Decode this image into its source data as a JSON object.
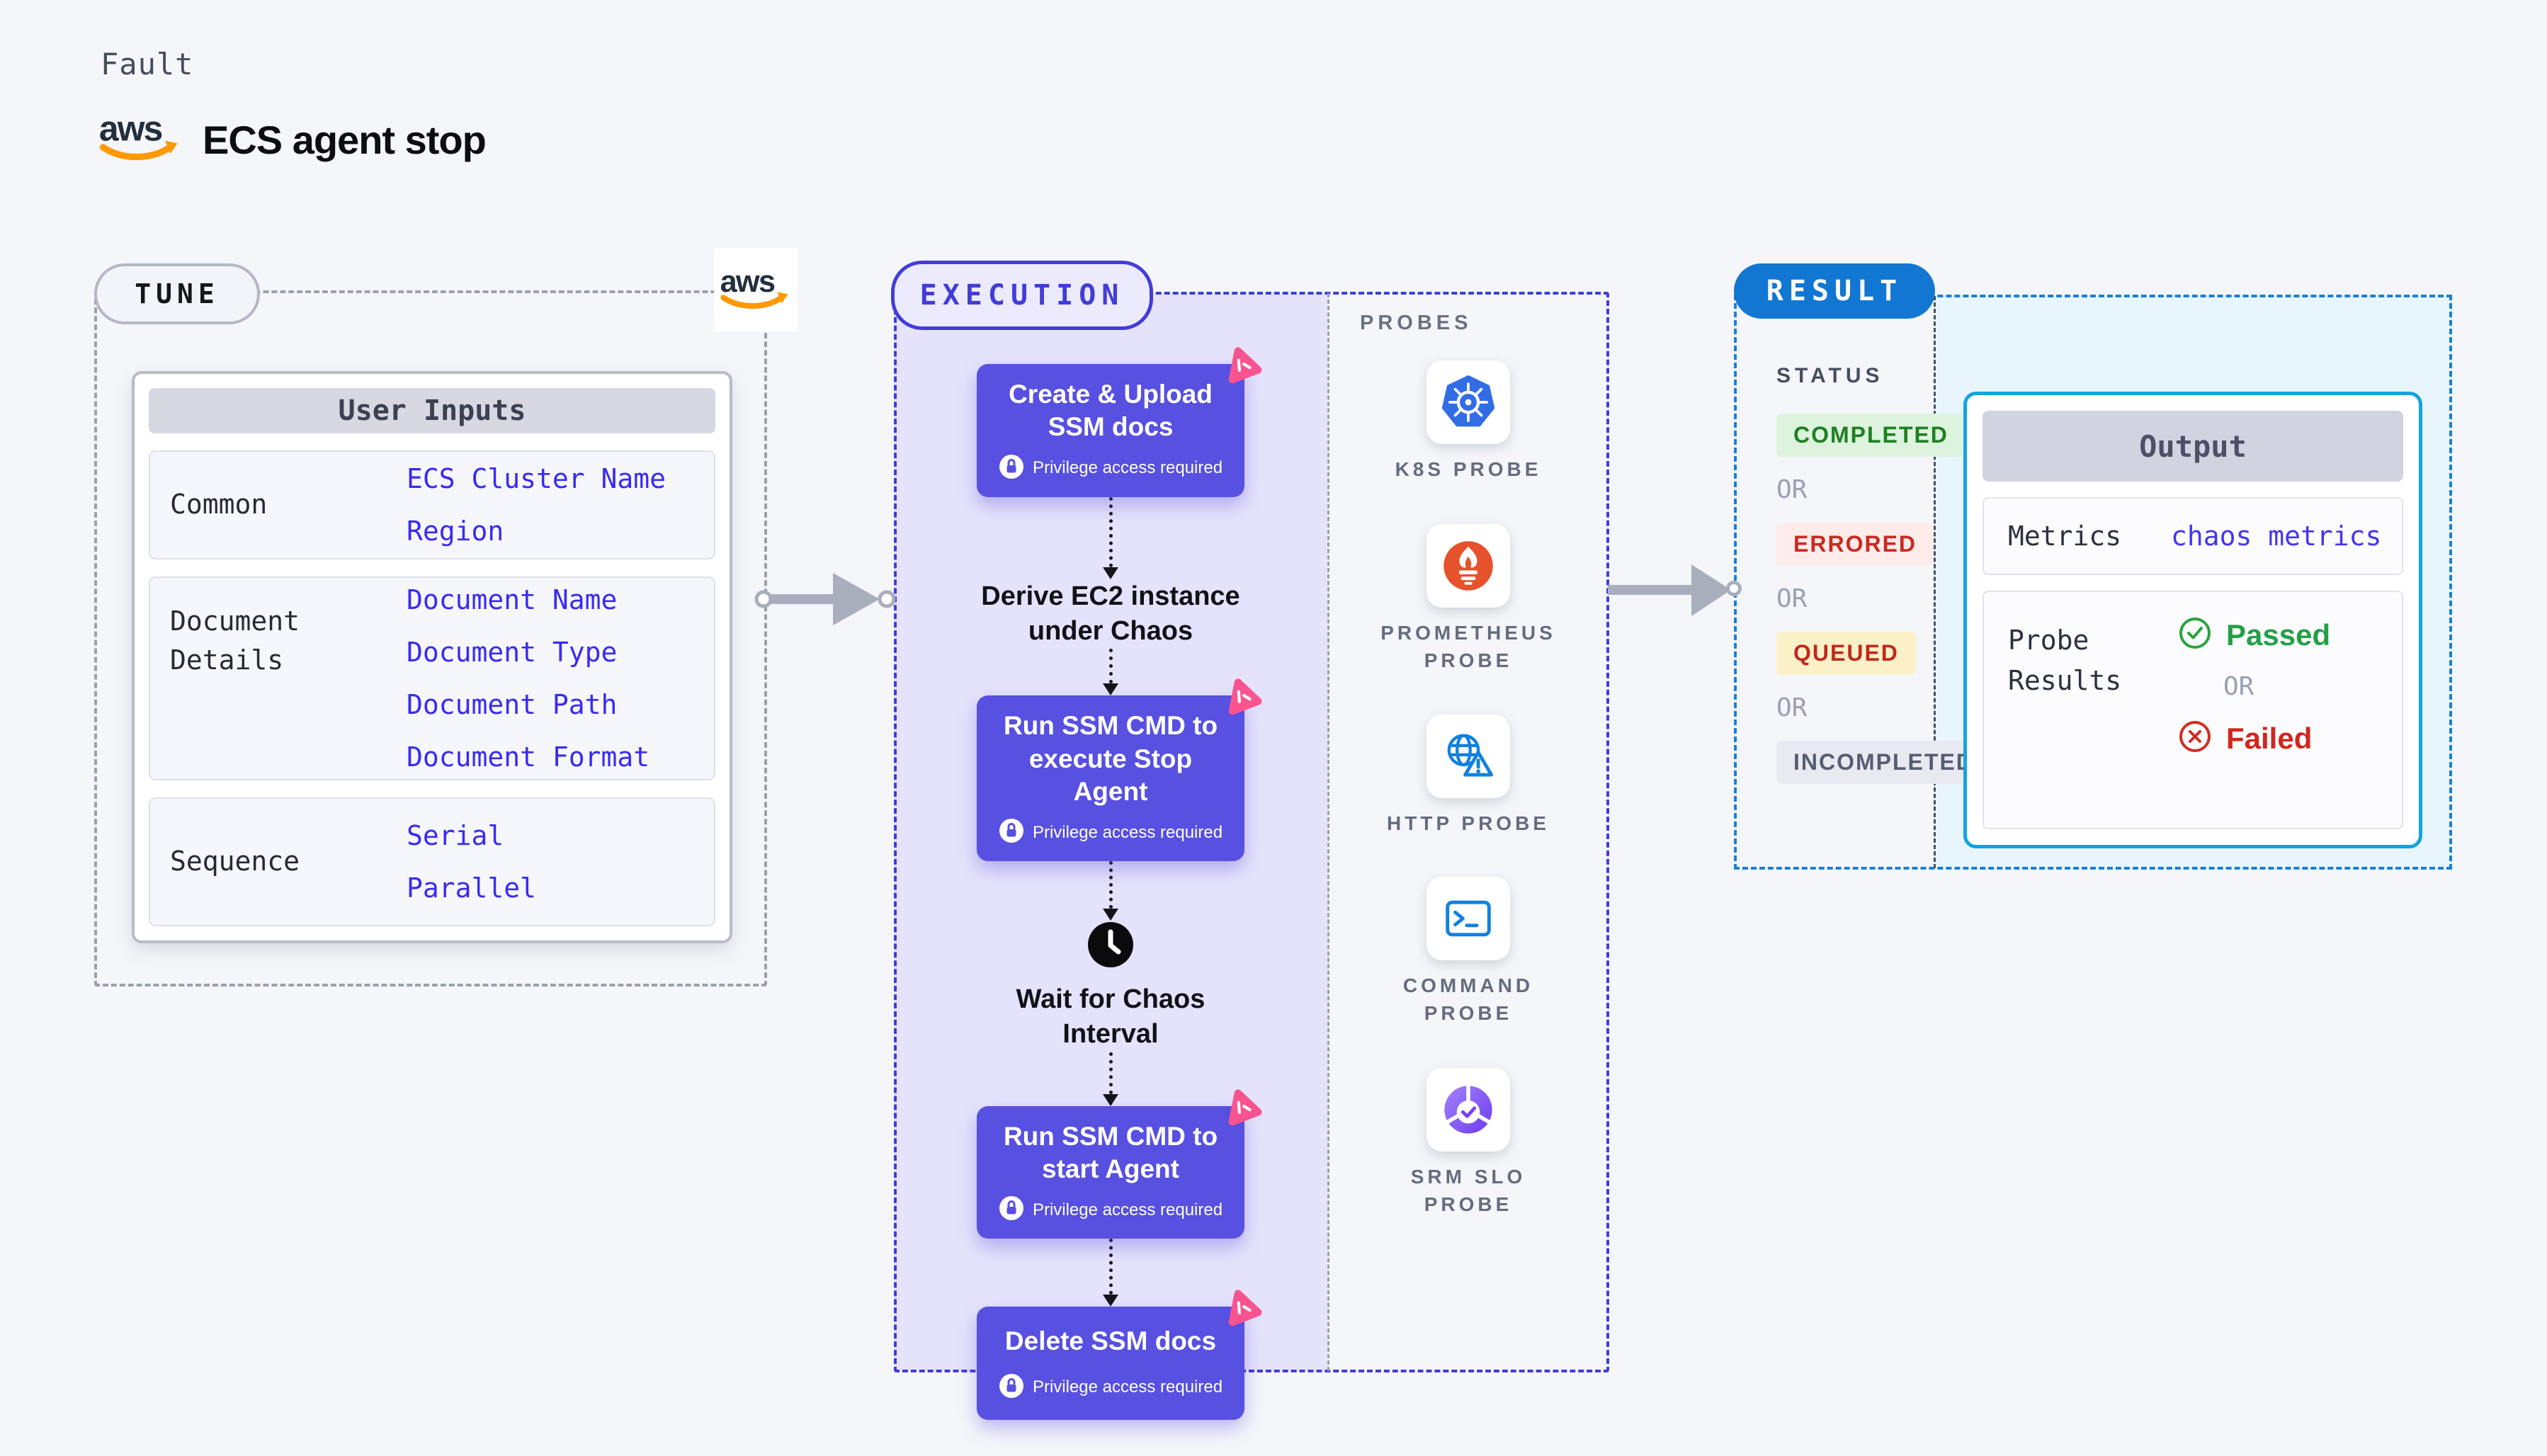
{
  "header": {
    "kicker": "Fault",
    "title": "ECS agent stop"
  },
  "brand": {
    "aws": "aws"
  },
  "tune": {
    "label": "TUNE",
    "table": {
      "header": "User Inputs",
      "rows": [
        {
          "label": "Common",
          "values": [
            "ECS Cluster Name",
            "Region"
          ]
        },
        {
          "label": "Document Details",
          "values": [
            "Document Name",
            "Document Type",
            "Document Path",
            "Document Format"
          ]
        },
        {
          "label": "Sequence",
          "values": [
            "Serial",
            "Parallel"
          ]
        }
      ]
    }
  },
  "execution": {
    "label": "EXECUTION",
    "privilege_badge": "Privilege access required",
    "steps": [
      "Create & Upload SSM docs",
      "Derive EC2 instance under Chaos",
      "Run SSM CMD to execute Stop Agent",
      "Wait for Chaos Interval",
      "Run SSM CMD to start Agent",
      "Delete SSM docs"
    ]
  },
  "probes": {
    "label": "PROBES",
    "items": [
      {
        "label": "K8S PROBE",
        "icon": "kubernetes-icon"
      },
      {
        "label": "PROMETHEUS PROBE",
        "icon": "prometheus-icon"
      },
      {
        "label": "HTTP PROBE",
        "icon": "http-globe-icon"
      },
      {
        "label": "COMMAND PROBE",
        "icon": "terminal-icon"
      },
      {
        "label": "SRM SLO PROBE",
        "icon": "srm-slo-icon"
      }
    ]
  },
  "result": {
    "label": "RESULT",
    "status": {
      "heading": "STATUS",
      "or": "OR",
      "badges": [
        "COMPLETED",
        "ERRORED",
        "QUEUED",
        "INCOMPLETED"
      ]
    },
    "output": {
      "header": "Output",
      "metrics_label": "Metrics",
      "metrics_value": "chaos metrics",
      "probe_label": "Probe Results",
      "passed": "Passed",
      "or": "OR",
      "failed": "Failed"
    }
  },
  "colors": {
    "accent_indigo": "#5750e0",
    "execution_border": "#423cd8",
    "execution_bg": "#e5e3fb",
    "result_blue": "#1277d3",
    "output_border": "#13a3e2",
    "result_panel_bg": "#e8f5fd",
    "value_blue": "#3a2af2",
    "passed_green": "#23a047",
    "failed_red": "#d3251e",
    "queued_yellow_bg": "#fcf0c9",
    "completed_green_bg": "#ddf3de",
    "flag_pink": "#f9548f",
    "aws_orange": "#ff9900"
  }
}
